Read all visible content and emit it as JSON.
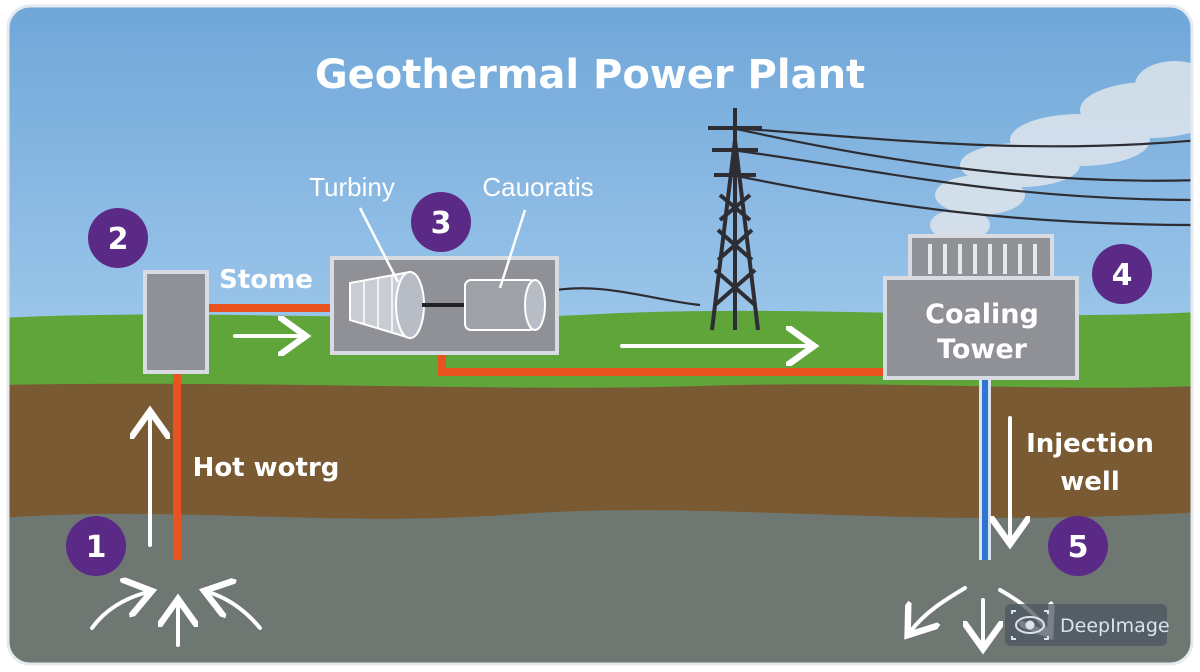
{
  "title": "Geothermal Power Plant",
  "labels": {
    "turbine": "Turbiny",
    "generator": "Cauoratis",
    "steam": "Stome",
    "hot_water": "Hot wotrg",
    "cooling_tower_line1": "Coaling",
    "cooling_tower_line2": "Tower",
    "injection_line1": "Injection",
    "injection_line2": "well"
  },
  "markers": [
    "1",
    "2",
    "3",
    "4",
    "5"
  ],
  "watermark": "DeepImage",
  "colors": {
    "sky": "#7fb0dd",
    "grass": "#5fa53a",
    "soil": "#7a5a32",
    "rock": "#6f7772",
    "hot_pipe": "#e8531f",
    "cold_pipe": "#2f74d0",
    "marker": "#5b2a86",
    "box": "#8f9196"
  }
}
